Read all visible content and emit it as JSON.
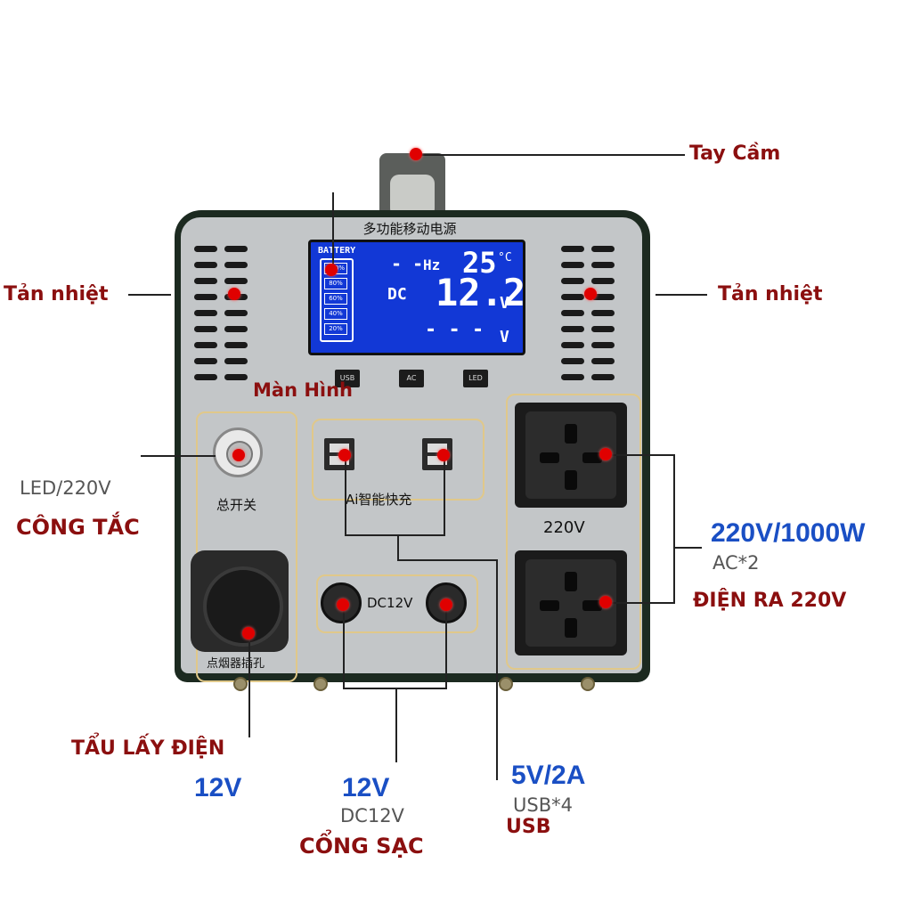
{
  "device": {
    "panel_title": "多功能移动电源",
    "lcd": {
      "battery_label": "BATTERY",
      "battery_levels": [
        "100%",
        "80%",
        "60%",
        "40%",
        "20%"
      ],
      "hz_value": "- -",
      "hz_unit": "Hz",
      "temperature": "25",
      "temp_unit": "°C",
      "dc_label": "DC",
      "dc_value": "12.2",
      "volt_unit": "V",
      "ac_value": "- - -",
      "ac_unit": "V"
    },
    "buttons": [
      "USB",
      "AC",
      "LED"
    ],
    "switch_label": "总开关",
    "usb_label": "Ai智能快充",
    "dc_label": "DC12V",
    "socket_label": "220V",
    "cig_label": "点烟器插孔"
  },
  "callouts": {
    "handle": "Tay Cầm",
    "vent_left": "Tản nhiệt",
    "vent_right": "Tản nhiệt",
    "screen": "Màn Hình",
    "switch_sub": "LED/220V",
    "switch": "CÔNG TẮC",
    "ac_spec": "220V/1000W",
    "ac_count": "AC*2",
    "ac_out": "ĐIỆN RA 220V",
    "cig": "TẨU LẤY ĐIỆN",
    "cig_spec": "12V",
    "dc_spec": "12V",
    "dc_sub": "DC12V",
    "dc": "CỔNG SẠC",
    "usb_spec": "5V/2A",
    "usb_count": "USB*4",
    "usb": "USB"
  },
  "colors": {
    "marker": "#e00000",
    "callout_red": "#8b0f0f",
    "callout_blue": "#1a4fc4",
    "lcd": "#1238d6"
  }
}
